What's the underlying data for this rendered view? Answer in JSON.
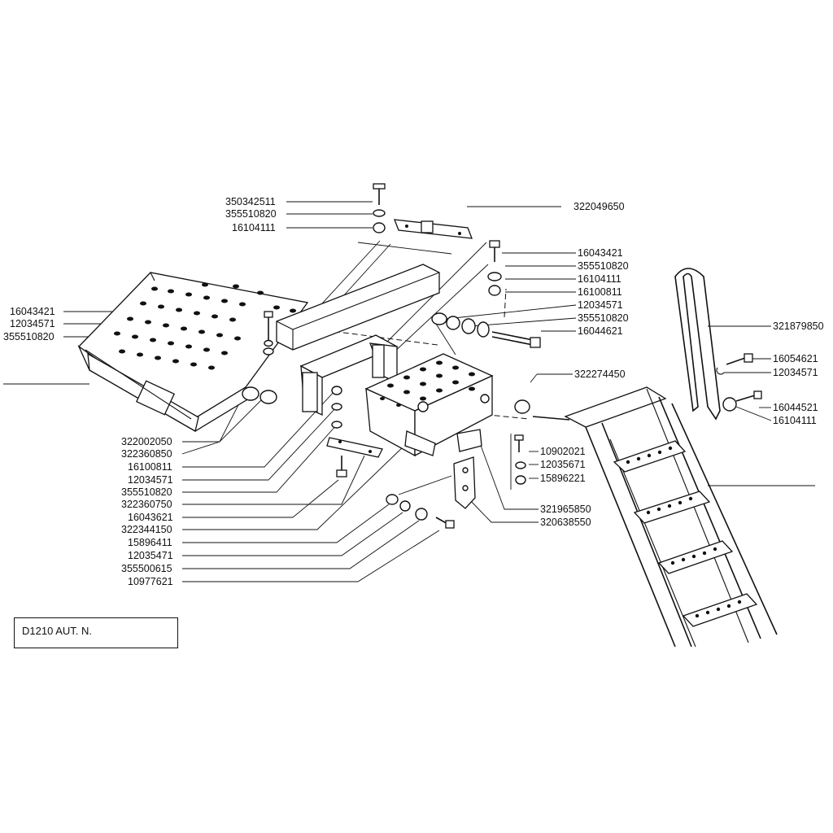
{
  "title_block": {
    "code": "D1210 AUT. N."
  },
  "part_numbers": [
    {
      "id": "p1",
      "label": "350342511"
    },
    {
      "id": "p2",
      "label": "355510820"
    },
    {
      "id": "p3",
      "label": "16104111"
    },
    {
      "id": "p4",
      "label": "322049650"
    },
    {
      "id": "p5",
      "label": "16043421"
    },
    {
      "id": "p6",
      "label": "355510820"
    },
    {
      "id": "p7",
      "label": "16104111"
    },
    {
      "id": "p8",
      "label": "16100811"
    },
    {
      "id": "p9",
      "label": "12034571"
    },
    {
      "id": "p10",
      "label": "355510820"
    },
    {
      "id": "p11",
      "label": "16044621"
    },
    {
      "id": "p12",
      "label": "321879850"
    },
    {
      "id": "p13",
      "label": "16054621"
    },
    {
      "id": "p14",
      "label": "12034571"
    },
    {
      "id": "p15",
      "label": "16044521"
    },
    {
      "id": "p16",
      "label": "16104111"
    },
    {
      "id": "p17",
      "label": "322274450"
    },
    {
      "id": "p18",
      "label": "16043421"
    },
    {
      "id": "p19",
      "label": "12034571"
    },
    {
      "id": "p20",
      "label": "355510820"
    },
    {
      "id": "p21",
      "label": "10902021"
    },
    {
      "id": "p22",
      "label": "12035671"
    },
    {
      "id": "p23",
      "label": "15896221"
    },
    {
      "id": "p24",
      "label": "321965850"
    },
    {
      "id": "p25",
      "label": "320638550"
    },
    {
      "id": "p26",
      "label": "322002050"
    },
    {
      "id": "p27",
      "label": "322360850"
    },
    {
      "id": "p28",
      "label": "16100811"
    },
    {
      "id": "p29",
      "label": "12034571"
    },
    {
      "id": "p30",
      "label": "355510820"
    },
    {
      "id": "p31",
      "label": "322360750"
    },
    {
      "id": "p32",
      "label": "16043621"
    },
    {
      "id": "p33",
      "label": "322344150"
    },
    {
      "id": "p34",
      "label": "15896411"
    },
    {
      "id": "p35",
      "label": "12035471"
    },
    {
      "id": "p36",
      "label": "355500615"
    },
    {
      "id": "p37",
      "label": "10977621"
    }
  ]
}
